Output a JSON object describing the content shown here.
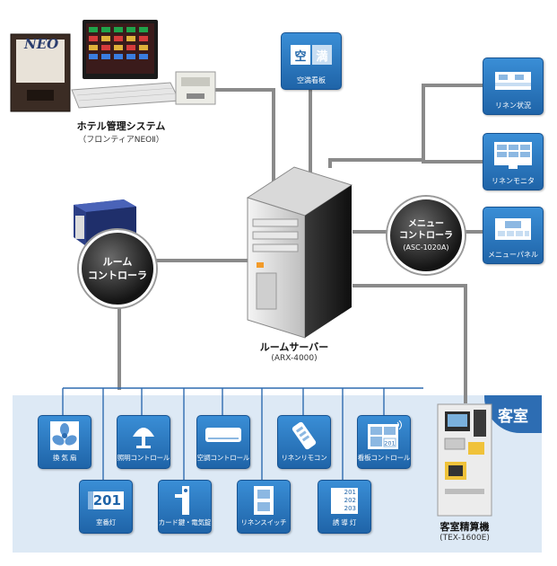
{
  "hotel_system": {
    "label": "ホテル管理システム",
    "sub": "（フロンティアNEOⅡ）",
    "logo": "NEO"
  },
  "room_server": {
    "label": "ルームサーバー",
    "model": "(ARX-4000)"
  },
  "room_controller": {
    "line1": "ルーム",
    "line2": "コントローラ"
  },
  "menu_controller": {
    "line1": "メニュー",
    "line2": "コントローラ",
    "model": "(ASC-1020A)"
  },
  "vacancy_board": {
    "label": "空満看板",
    "char1": "空",
    "char2": "満"
  },
  "right_items": [
    {
      "label": "リネン状況",
      "icon": "bed-icon"
    },
    {
      "label": "リネンモニタ",
      "icon": "monitor-icon"
    },
    {
      "label": "メニューパネル",
      "icon": "panel-icon"
    }
  ],
  "room_area": {
    "badge": "客室"
  },
  "devices_row1": [
    {
      "label": "換 気 扇",
      "icon": "fan-icon"
    },
    {
      "label": "照明コントロール",
      "icon": "lamp-icon"
    },
    {
      "label": "空調コントロール",
      "icon": "aircon-icon"
    },
    {
      "label": "リネンリモコン",
      "icon": "remote-icon"
    },
    {
      "label": "看板コントロール",
      "icon": "signboard-icon"
    }
  ],
  "devices_row2": [
    {
      "label": "室番灯",
      "icon": "room-number-icon",
      "number": "201"
    },
    {
      "label": "カード鍵・電気錠",
      "icon": "card-lock-icon"
    },
    {
      "label": "リネンスイッチ",
      "icon": "switch-icon"
    },
    {
      "label": "誘 導 灯",
      "icon": "guide-light-icon",
      "numbers": [
        "201",
        "202",
        "203"
      ]
    }
  ],
  "signboard_number": "201",
  "checkout_machine": {
    "label": "客室精算機",
    "model": "(TEX-1600E)"
  },
  "colors": {
    "wire": "#888888",
    "device_blue": "#2a78c4",
    "room_bg": "#dde9f5",
    "badge": "#2d6db3"
  }
}
